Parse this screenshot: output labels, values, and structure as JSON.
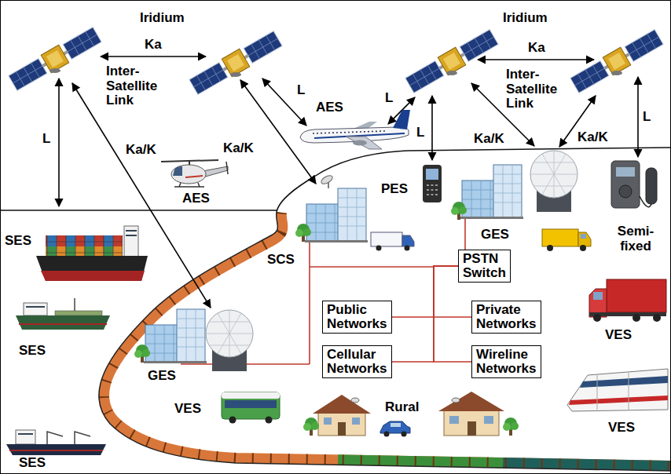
{
  "diagram": {
    "nodes": [
      {
        "text": [
          "PSTN Switch"
        ]
      },
      {
        "text": [
          "Public Networks"
        ]
      },
      {
        "text": [
          "Private Networks"
        ]
      },
      {
        "text": [
          "Cellular Networks"
        ]
      },
      {
        "text": [
          "Wireline Networks"
        ]
      }
    ],
    "edges": [
      {
        "from": 0,
        "to": 1,
        "arrow": "none"
      },
      {
        "from": 0,
        "to": 2,
        "arrow": "none"
      },
      {
        "from": 0,
        "to": 3,
        "arrow": "none"
      },
      {
        "from": 0,
        "to": 4,
        "arrow": "none"
      }
    ],
    "labels": [
      "Iridium",
      "Ka",
      "Inter-Satellite Link",
      "Iridium",
      "Ka",
      "Inter-Satellite Link",
      "L",
      "Ka/K",
      "Ka/K",
      "L",
      "AES",
      "L",
      "L",
      "Ka/K",
      "Ka/K",
      "L",
      "AES",
      "PES",
      "GES",
      "Semi-fixed",
      "SES",
      "SCS",
      "SES",
      "GES",
      "VES",
      "VES",
      "Rural",
      "VES",
      "SES"
    ]
  }
}
